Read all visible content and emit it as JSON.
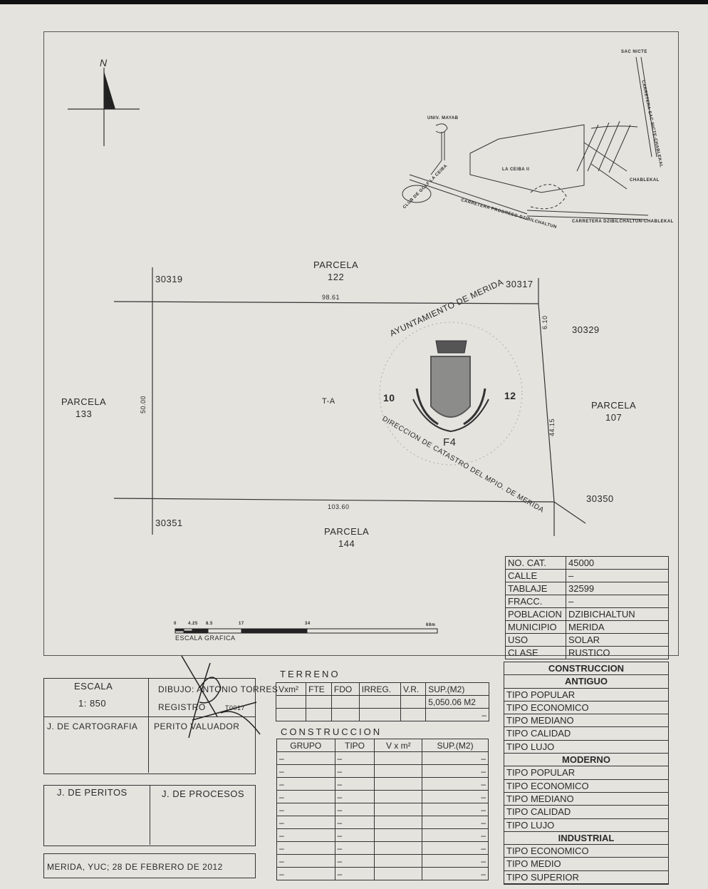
{
  "map": {
    "north_label": "N",
    "loc_labels": {
      "sac_nicte": "SAC NICTE",
      "carretera_sac": "CARRETERA SAC NICTE-CHABLEKAL",
      "univ_mayab": "UNIV. MAYAB",
      "la_ceiba": "LA CEIBA II",
      "club": "CLUB DE GOLF LA CEIBA",
      "carretera_prog": "CARRETERA PROGRESO-DZIBILCHALTUN",
      "chablekal": "CHABLEKAL",
      "carretera_dzib": "CARRETERA DZIBILCHALTUN-CHABLEKAL"
    },
    "parcela_122": "PARCELA\n122",
    "parcela_133": "PARCELA\n133",
    "parcela_107": "PARCELA\n107",
    "parcela_144": "PARCELA\n144",
    "lot_30319": "30319",
    "lot_30317": "30317",
    "lot_30329": "30329",
    "lot_30350": "30350",
    "lot_30351": "30351",
    "dim_top": "98.61",
    "dim_bottom": "103.60",
    "dim_left": "50.00",
    "dim_right_top": "6.10",
    "dim_right": "44.15",
    "parcel_code": "T-A",
    "seal": {
      "top_text": "AYUNTAMIENTO DE MERIDA",
      "bottom_text": "DIRECCION DE CATASTRO DEL MPIO. DE MERIDA",
      "left_num": "10",
      "right_num": "12",
      "code": "F4"
    },
    "scale_ticks": [
      "0",
      "4.25",
      "8.5",
      "17",
      "34",
      "68m"
    ],
    "scale_label": "ESCALA GRAFICA"
  },
  "info": [
    {
      "label": "NO. CAT.",
      "value": "45000"
    },
    {
      "label": "CALLE",
      "value": "–"
    },
    {
      "label": "TABLAJE",
      "value": "32599"
    },
    {
      "label": "FRACC.",
      "value": "–"
    },
    {
      "label": "POBLACION",
      "value": "DZIBICHALTUN"
    },
    {
      "label": "MUNICIPIO",
      "value": "MERIDA"
    },
    {
      "label": "USO",
      "value": "SOLAR"
    },
    {
      "label": "CLASE",
      "value": "RUSTICO"
    }
  ],
  "construccion_panel": {
    "title": "CONSTRUCCION",
    "antiguo": "ANTIGUO",
    "antiguo_items": [
      "TIPO POPULAR",
      "TIPO ECONOMICO",
      "TIPO MEDIANO",
      "TIPO CALIDAD",
      "TIPO LUJO"
    ],
    "moderno": "MODERNO",
    "moderno_items": [
      "TIPO POPULAR",
      "TIPO ECONOMICO",
      "TIPO MEDIANO",
      "TIPO CALIDAD",
      "TIPO LUJO"
    ],
    "industrial": "INDUSTRIAL",
    "industrial_items": [
      "TIPO ECONOMICO",
      "TIPO MEDIO",
      "TIPO SUPERIOR"
    ]
  },
  "bottom": {
    "escala_label": "ESCALA",
    "escala_value": "1: 850",
    "dibujo": "DIBUJO: ANTONIO TORRES",
    "registro": "REGISTRO",
    "registro_code": "T0017",
    "j_cartografia": "J. DE CARTOGRAFIA",
    "perito": "PERITO VALUADOR",
    "j_peritos": "J. DE PERITOS",
    "j_procesos": "J. DE PROCESOS",
    "date": "MERIDA, YUC; 28 DE FEBRERO DE 2012"
  },
  "terreno": {
    "title": "TERRENO",
    "headers": [
      "Vxm²",
      "FTE",
      "FDO",
      "IRREG.",
      "V.R.",
      "SUP.(M2)"
    ],
    "sup": "5,050.06 M2",
    "dash": "–"
  },
  "construccion_table": {
    "title": "CONSTRUCCION",
    "headers": [
      "GRUPO",
      "TIPO",
      "V x m²",
      "SUP.(M2)"
    ],
    "rows": 10,
    "dash": "–"
  }
}
